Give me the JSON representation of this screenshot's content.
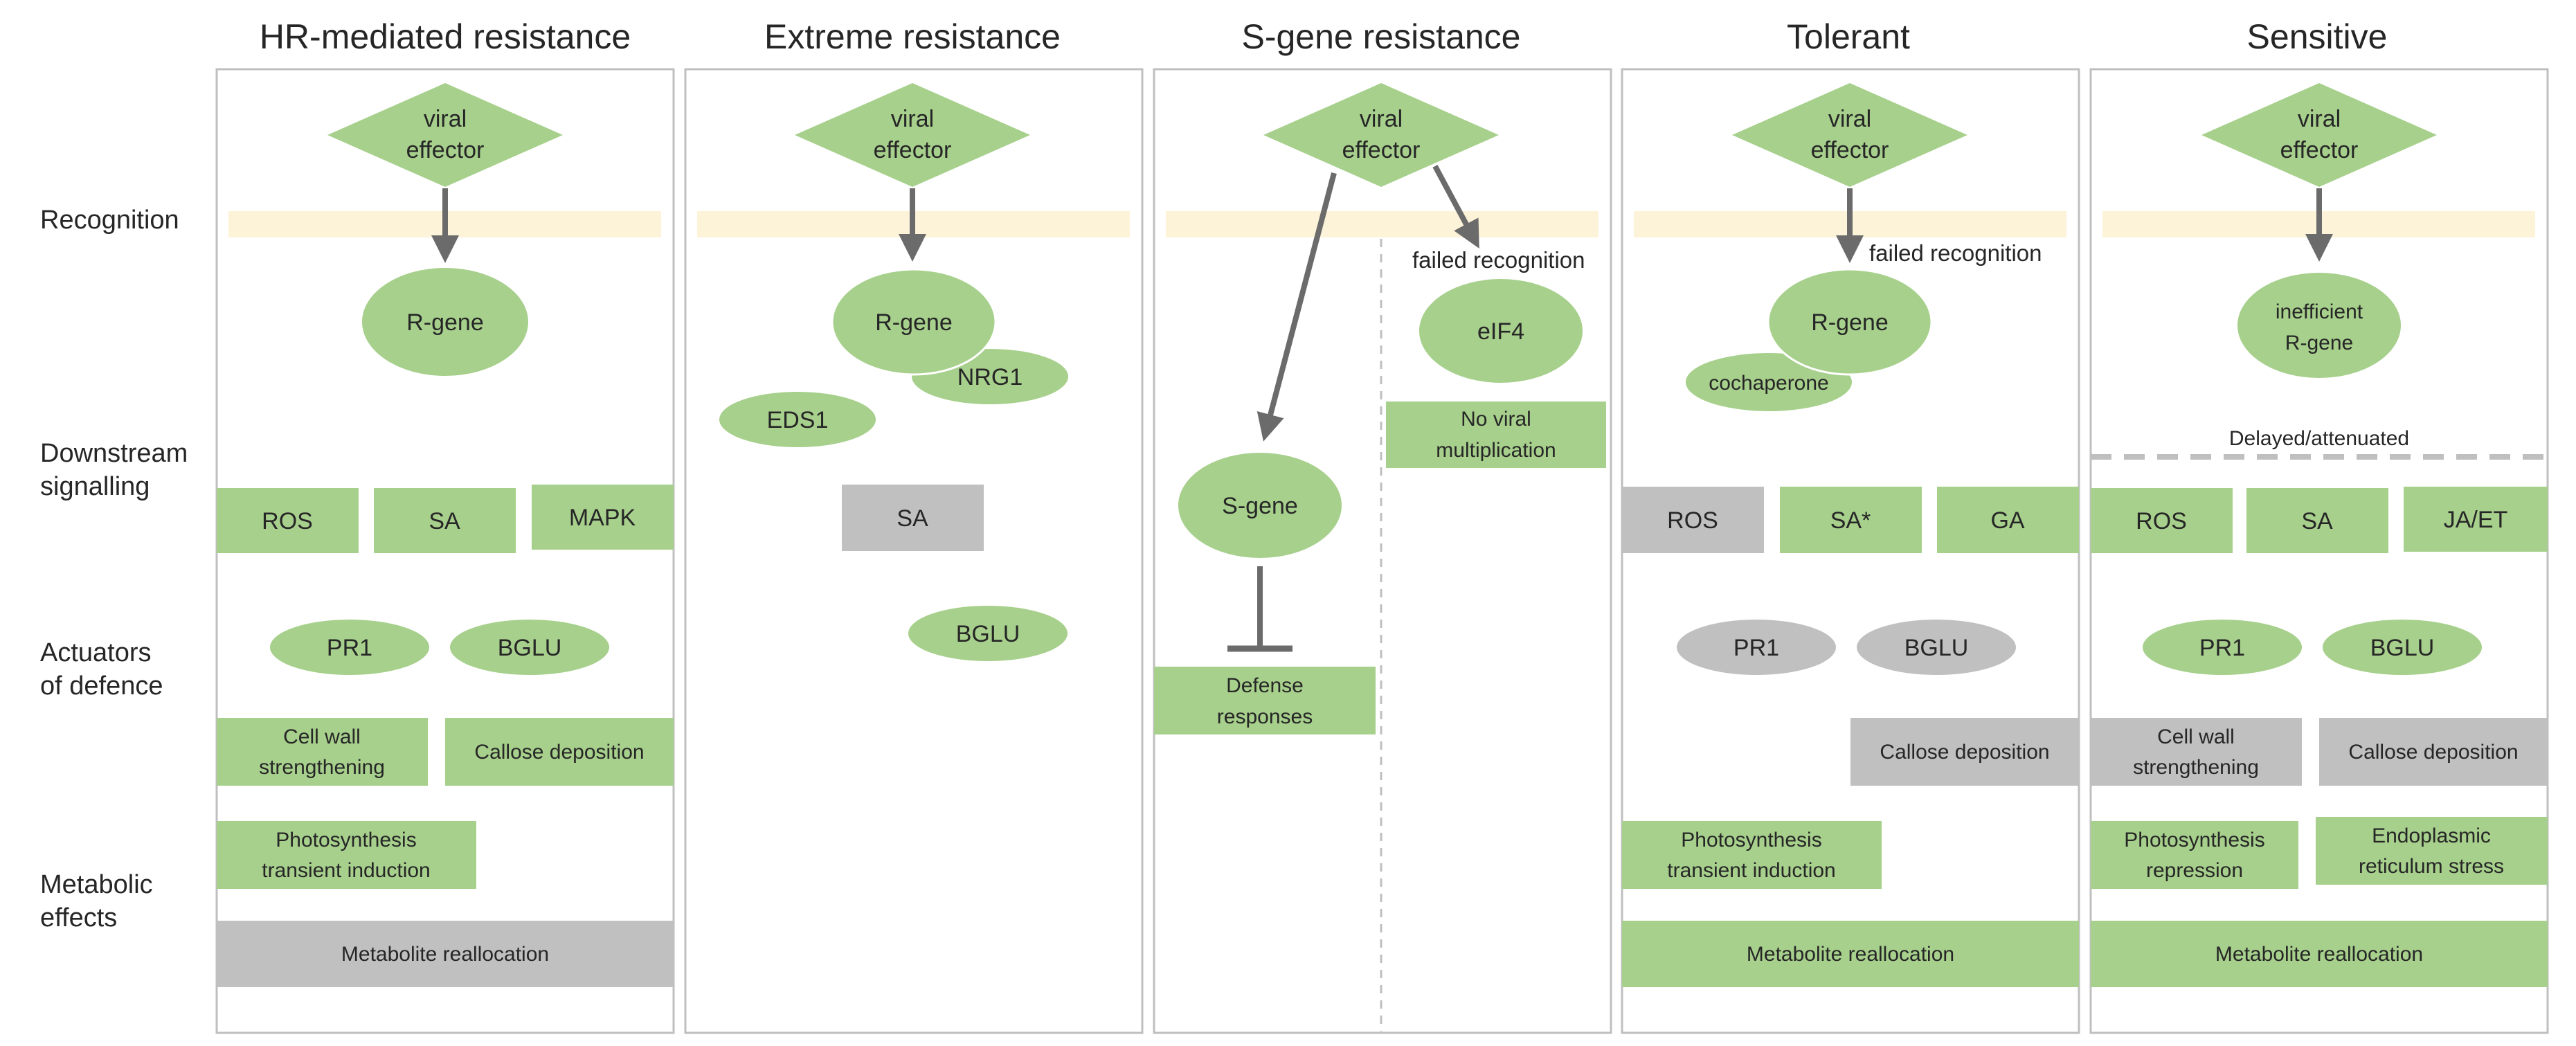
{
  "colors": {
    "green": "#a7d08c",
    "gray": "#c0c0c0",
    "membrane": "#fdf3d8",
    "arrow": "#6b6b6b",
    "panel_border": "#bfbfbf",
    "text": "#262626"
  },
  "row_labels": {
    "recognition": "Recognition",
    "downstream_1": "Downstream",
    "downstream_2": "signalling",
    "actuators_1": "Actuators",
    "actuators_2": "of defence",
    "metabolic_1": "Metabolic",
    "metabolic_2": "effects"
  },
  "panels": {
    "hr": {
      "title": "HR-mediated resistance",
      "effector_1": "viral",
      "effector_2": "effector",
      "rgene": "R-gene",
      "ros": "ROS",
      "sa": "SA",
      "mapk": "MAPK",
      "pr1": "PR1",
      "bglu": "BGLU",
      "cellwall_1": "Cell wall",
      "cellwall_2": "strengthening",
      "callose": "Callose deposition",
      "photo_1": "Photosynthesis",
      "photo_2": "transient induction",
      "metabolite": "Metabolite reallocation"
    },
    "extreme": {
      "title": "Extreme resistance",
      "effector_1": "viral",
      "effector_2": "effector",
      "rgene": "R-gene",
      "nrg1": "NRG1",
      "eds1": "EDS1",
      "sa": "SA",
      "bglu": "BGLU"
    },
    "sgene": {
      "title": "S-gene resistance",
      "effector_1": "viral",
      "effector_2": "effector",
      "failed": "failed recognition",
      "eif4": "eIF4",
      "noviral_1": "No viral",
      "noviral_2": "multiplication",
      "sgene": "S-gene",
      "defense_1": "Defense",
      "defense_2": "responses"
    },
    "tolerant": {
      "title": "Tolerant",
      "effector_1": "viral",
      "effector_2": "effector",
      "failed": "failed recognition",
      "rgene": "R-gene",
      "cochaperone": "cochaperone",
      "ros": "ROS",
      "sa": "SA*",
      "ga": "GA",
      "pr1": "PR1",
      "bglu": "BGLU",
      "callose": "Callose deposition",
      "photo_1": "Photosynthesis",
      "photo_2": "transient induction",
      "metabolite": "Metabolite reallocation"
    },
    "sensitive": {
      "title": "Sensitive",
      "effector_1": "viral",
      "effector_2": "effector",
      "rgene_1": "inefficient",
      "rgene_2": "R-gene",
      "delayed": "Delayed/attenuated",
      "ros": "ROS",
      "sa": "SA",
      "jaet": "JA/ET",
      "pr1": "PR1",
      "bglu": "BGLU",
      "cellwall_1": "Cell wall",
      "cellwall_2": "strengthening",
      "callose": "Callose deposition",
      "photo_1": "Photosynthesis",
      "photo_2": "repression",
      "er_1": "Endoplasmic",
      "er_2": "reticulum stress",
      "metabolite": "Metabolite reallocation"
    }
  }
}
